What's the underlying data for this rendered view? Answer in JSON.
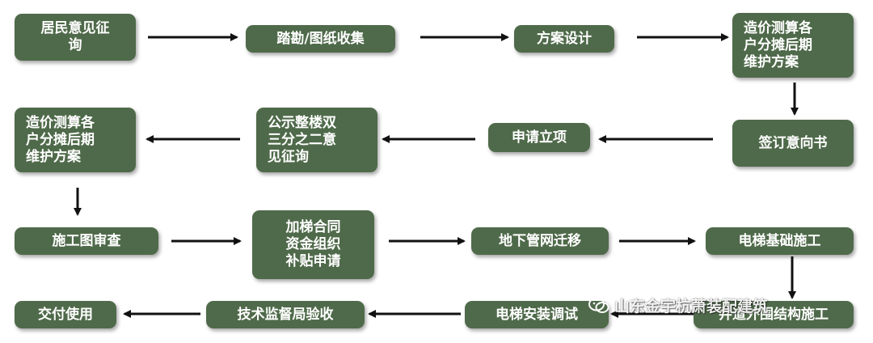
{
  "steps": {
    "s1": "居民意见征\n询",
    "s2": "踏勘/图纸收集",
    "s3": "方案设计",
    "s4": "造价测算各\n户分摊后期\n维护方案",
    "s5": "签订意向书",
    "s6": "申请立项",
    "s7": "公示整楼双\n三分之二意\n见征询",
    "s8": "造价测算各\n户分摊后期\n维护方案",
    "s9": "施工图审查",
    "s10": "加梯合同\n资金组织\n补贴申请",
    "s11": "地下管网迁移",
    "s12": "电梯基础施工",
    "s13": "井道外围结构施工",
    "s14": "电梯安装调试",
    "s15": "技术监督局验收",
    "s16": "交付使用"
  },
  "watermark": {
    "text": "山东金宇杭萧装配建筑",
    "icon": "wechat-icon"
  },
  "colors": {
    "box_fill": "#4f6a4a",
    "box_text": "#ffffff",
    "arrow": "#111111"
  }
}
